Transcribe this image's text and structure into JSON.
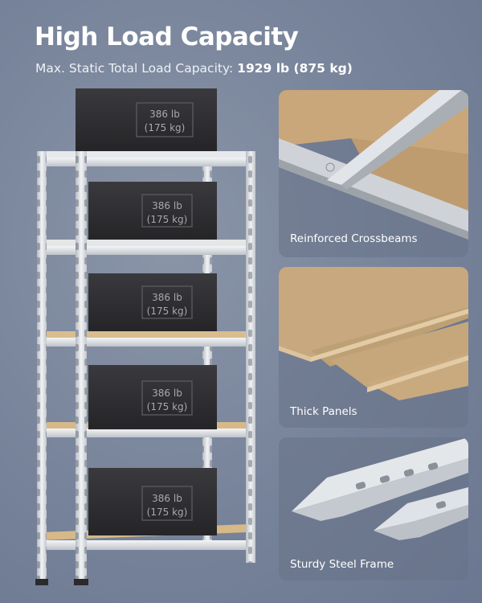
{
  "header": {
    "title": "High Load Capacity",
    "subtitle_prefix": "Max. Static Total Load Capacity:",
    "subtitle_value": "1929 lb (875 kg)"
  },
  "rack": {
    "box_label_lb": "386 lb",
    "box_label_kg": "(175 kg)",
    "shelf_count": 5
  },
  "features": [
    {
      "label": "Reinforced Crossbeams",
      "icon": "crossbeam-closeup"
    },
    {
      "label": "Thick Panels",
      "icon": "particle-board-panels"
    },
    {
      "label": "Sturdy Steel Frame",
      "icon": "steel-angle-posts"
    }
  ],
  "colors": {
    "background": "#77839a",
    "steel": "#d9dde2",
    "board": "#d7b888",
    "box": "#2e2e31"
  }
}
